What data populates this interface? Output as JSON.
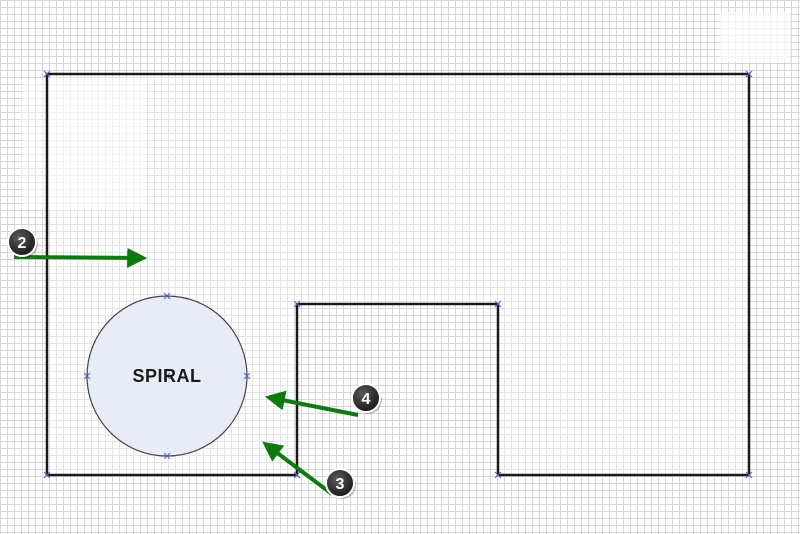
{
  "diagram": {
    "circle_label": "SPIRAL",
    "callouts": [
      {
        "number": "2"
      },
      {
        "number": "3"
      },
      {
        "number": "4"
      }
    ]
  },
  "colors": {
    "outline": "#1a1a1a",
    "circle_fill": "#e8ecf6",
    "arrow": "#0c7a0c",
    "badge": "#2a2a2a",
    "vertex_marker": "#5a5acc"
  }
}
